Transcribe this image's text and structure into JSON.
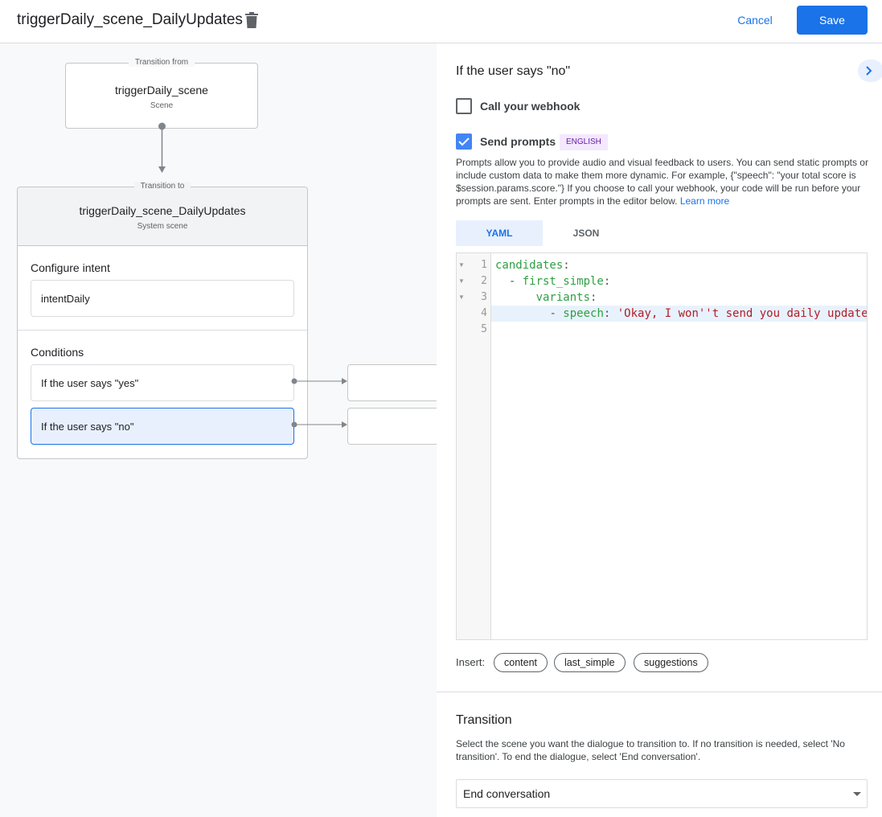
{
  "header": {
    "title": "triggerDaily_scene_DailyUpdates",
    "cancel_label": "Cancel",
    "save_label": "Save"
  },
  "canvas": {
    "from": {
      "legend": "Transition from",
      "name": "triggerDaily_scene",
      "type": "Scene"
    },
    "to": {
      "legend": "Transition to",
      "name": "triggerDaily_scene_DailyUpdates",
      "type": "System scene",
      "intent_label": "Configure intent",
      "intent_value": "intentDaily",
      "conditions_label": "Conditions",
      "conditions": [
        {
          "label": "If the user says \"yes\"",
          "selected": false
        },
        {
          "label": "If the user says \"no\"",
          "selected": true
        }
      ]
    }
  },
  "panel": {
    "title": "If the user says \"no\"",
    "webhook": {
      "label": "Call your webhook",
      "checked": false
    },
    "prompts": {
      "label": "Send prompts",
      "checked": true,
      "badge": "ENGLISH",
      "description": "Prompts allow you to provide audio and visual feedback to users. You can send static prompts or include custom data to make them more dynamic. For example, {\"speech\": \"your total score is $session.params.score.\"} If you choose to call your webhook, your code will be run before your prompts are sent. Enter prompts in the editor below.",
      "learn_more": "Learn more"
    },
    "tabs": [
      {
        "label": "YAML",
        "active": true
      },
      {
        "label": "JSON",
        "active": false
      }
    ],
    "editor": {
      "line_numbers": [
        "1",
        "2",
        "3",
        "4",
        "5"
      ],
      "lines": [
        {
          "indent": "",
          "dash": "",
          "key": "candidates",
          "colon": ":",
          "value": ""
        },
        {
          "indent": "  ",
          "dash": "- ",
          "key": "first_simple",
          "colon": ":",
          "value": ""
        },
        {
          "indent": "      ",
          "dash": "",
          "key": "variants",
          "colon": ":",
          "value": ""
        },
        {
          "indent": "        ",
          "dash": "- ",
          "key": "speech",
          "colon": ": ",
          "value": "'Okay, I won''t send you daily updates.'"
        },
        {
          "indent": "",
          "dash": "",
          "key": "",
          "colon": "",
          "value": ""
        }
      ]
    },
    "insert": {
      "label": "Insert:",
      "chips": [
        "content",
        "last_simple",
        "suggestions"
      ]
    },
    "transition": {
      "title": "Transition",
      "description": "Select the scene you want the dialogue to transition to. If no transition is needed, select 'No transition'. To end the dialogue, select 'End conversation'.",
      "selected": "End conversation"
    }
  },
  "colors": {
    "accent": "#1a73e8",
    "selected_bg": "#e8f0fe",
    "badge_bg": "#f3e8fd",
    "badge_text": "#681da8"
  }
}
